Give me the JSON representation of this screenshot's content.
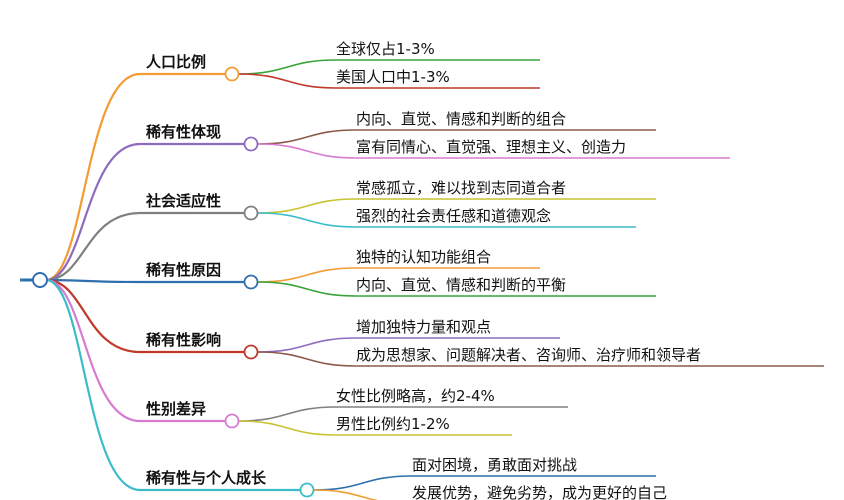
{
  "mindmap": {
    "branches": [
      {
        "label": "人口比例",
        "color": "#f39c34",
        "leaves": [
          {
            "label": "全球仅占1-3%",
            "color": "#3aa33a"
          },
          {
            "label": "美国人口中1-3%",
            "color": "#c0392b"
          }
        ]
      },
      {
        "label": "稀有性体现",
        "color": "#8e6bbf",
        "leaves": [
          {
            "label": "内向、直觉、情感和判断的组合",
            "color": "#8b5a4a"
          },
          {
            "label": "富有同情心、直觉强、理想主义、创造力",
            "color": "#d77bd0"
          }
        ]
      },
      {
        "label": "社会适应性",
        "color": "#808080",
        "leaves": [
          {
            "label": "常感孤立，难以找到志同道合者",
            "color": "#c9c232"
          },
          {
            "label": "强烈的社会责任感和道德观念",
            "color": "#3bbcc9"
          }
        ]
      },
      {
        "label": "稀有性原因",
        "color": "#2f6fae",
        "leaves": [
          {
            "label": "独特的认知功能组合",
            "color": "#f39c34"
          },
          {
            "label": "内向、直觉、情感和判断的平衡",
            "color": "#3aa33a"
          }
        ]
      },
      {
        "label": "稀有性影响",
        "color": "#c0392b",
        "leaves": [
          {
            "label": "增加独特力量和观点",
            "color": "#8e6bbf"
          },
          {
            "label": "成为思想家、问题解决者、咨询师、治疗师和领导者",
            "color": "#8b5a4a"
          }
        ]
      },
      {
        "label": "性别差异",
        "color": "#d77bd0",
        "leaves": [
          {
            "label": "女性比例略高，约2-4%",
            "color": "#808080"
          },
          {
            "label": "男性比例约1-2%",
            "color": "#c9c232"
          }
        ]
      },
      {
        "label": "稀有性与个人成长",
        "color": "#3bbcc9",
        "leaves": [
          {
            "label": "面对困境，勇敢面对挑战",
            "color": "#2f6fae"
          },
          {
            "label": "发展优势，避免劣势，成为更好的自己",
            "color": "#f39c34"
          }
        ]
      }
    ]
  }
}
